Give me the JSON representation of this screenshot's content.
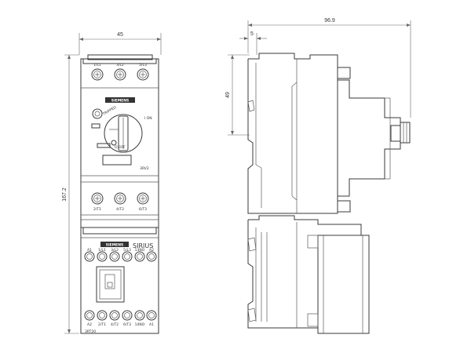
{
  "dimensions": {
    "front_width": "45",
    "front_height": "167.2",
    "side_depth": "96.9",
    "side_offset": "5",
    "side_height": "49"
  },
  "front_view": {
    "top_terminals": [
      "1/L1",
      "3/L2",
      "5/L3"
    ],
    "breaker_terminals": [
      "2/T1",
      "4/T2",
      "6/T3"
    ],
    "breaker_model": "3RV2",
    "handle_on": "I ON",
    "handle_off": "O OFF",
    "trip_label": "TRIPPED",
    "contactor_brand": "SIRIUS",
    "contactor_model": "3RT20",
    "contactor_top_terminals": [
      "A1",
      "1/L1",
      "3/L2",
      "5/L3",
      "13NO",
      "A2"
    ],
    "contactor_bottom_terminals": [
      "A2",
      "2/T1",
      "4/T2",
      "6/T3",
      "14NO",
      "A1"
    ],
    "siemens_label": "SIEMENS"
  }
}
